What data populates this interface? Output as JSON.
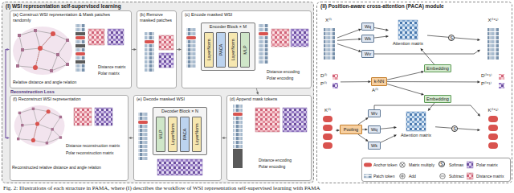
{
  "diagram": {
    "caption": "Fig. 2: Illustrations of each structure in PAMA, where (I) describes the workflow of WSI representation self-supervised learning with PAMA",
    "nodes": [
      {
        "text": [
          "(I) WSI representation self-supervised learning"
        ]
      },
      {
        "text": [
          "(a) Construct WSI representation & Mask patches randomly"
        ],
        "in": 0
      },
      {
        "text": [
          "(b) Remove masked patches"
        ],
        "in": 0
      },
      {
        "text": [
          "(c) Encode masked WSI"
        ],
        "in": 0
      },
      {
        "text": [
          "Encoder Block × M"
        ],
        "in": 3
      },
      {
        "text": [
          "LayerNorm"
        ],
        "in": 4
      },
      {
        "text": [
          "PACA"
        ],
        "in": 4
      },
      {
        "text": [
          "LayerNorm"
        ],
        "in": 4
      },
      {
        "text": [
          "MLP"
        ],
        "in": 4
      },
      {
        "text": [
          "(d) Append mask tokens"
        ],
        "in": 0
      },
      {
        "text": [
          "(e) Decode masked WSI"
        ],
        "in": 0
      },
      {
        "text": [
          "Decoder Block × N"
        ],
        "in": 10
      },
      {
        "text": [
          "MLP"
        ],
        "in": 11
      },
      {
        "text": [
          "LayerNorm"
        ],
        "in": 11
      },
      {
        "text": [
          "PACA"
        ],
        "in": 11
      },
      {
        "text": [
          "LayerNorm"
        ],
        "in": 11
      },
      {
        "text": [
          "(f) Reconstruct WSI representation"
        ],
        "in": 0
      },
      {
        "text": [
          "(II) Position-aware cross-attention (PACA) module"
        ]
      },
      {
        "text": [
          "X⁽ˡ⁾"
        ],
        "in": 17
      },
      {
        "text": [
          "Wq"
        ],
        "in": 17
      },
      {
        "text": [
          "Wk"
        ],
        "in": 17
      },
      {
        "text": [
          "Wv"
        ],
        "in": 17
      },
      {
        "text": [
          "Attention matrix"
        ],
        "in": 17
      },
      {
        "text": [
          "D⁽ˡ⁾",
          "P⁽ˡ⁾"
        ],
        "in": 17
      },
      {
        "text": [
          "k-NN"
        ],
        "in": 17
      },
      {
        "text": [
          "Embedding"
        ],
        "in": 17
      },
      {
        "text": [
          "Embedding"
        ],
        "in": 17
      },
      {
        "text": [
          "K⁽ˡ⁾"
        ],
        "in": 17
      },
      {
        "text": [
          "Pooling"
        ],
        "in": 17
      },
      {
        "text": [
          "Wv"
        ],
        "in": 17
      },
      {
        "text": [
          "Wq"
        ],
        "in": 17
      },
      {
        "text": [
          "Wk"
        ],
        "in": 17
      },
      {
        "text": [
          "Attention matrix"
        ],
        "in": 17
      },
      {
        "text": [
          "X⁽ˡ⁺¹⁾"
        ],
        "in": 17
      },
      {
        "text": [
          "D⁽ˡ⁺¹⁾",
          "P⁽ˡ⁺¹⁾"
        ],
        "in": 17
      },
      {
        "text": [
          "K⁽ˡ⁺¹⁾"
        ],
        "in": 17
      }
    ],
    "edges": [
      {
        "from": 1,
        "to": 2,
        "arrow": "to"
      },
      {
        "from": 2,
        "to": 3,
        "arrow": "to"
      },
      {
        "from": 3,
        "to": 9,
        "arrow": "to"
      },
      {
        "from": 9,
        "to": 10,
        "arrow": "to"
      },
      {
        "from": 10,
        "to": 16,
        "arrow": "to"
      },
      {
        "from": 16,
        "to": 1,
        "label": "Reconstruction Loss",
        "arrow": "both"
      },
      {
        "from": 18,
        "to": 19,
        "arrow": "to"
      },
      {
        "from": 18,
        "to": 20,
        "arrow": "to"
      },
      {
        "from": 18,
        "to": 21,
        "arrow": "to"
      },
      {
        "from": 19,
        "to": 22,
        "arrow": "to"
      },
      {
        "from": 20,
        "to": 22,
        "arrow": "to"
      },
      {
        "from": 21,
        "to": 33,
        "arrow": "to"
      },
      {
        "from": 22,
        "to": 33,
        "arrow": "to"
      },
      {
        "from": 23,
        "to": 24,
        "arrow": "to"
      },
      {
        "from": 24,
        "to": 25,
        "arrow": "to"
      },
      {
        "from": 24,
        "to": 26,
        "arrow": "to"
      },
      {
        "from": 24,
        "to": 34,
        "arrow": "to"
      },
      {
        "from": 25,
        "to": 22,
        "arrow": "to"
      },
      {
        "from": 26,
        "to": 32,
        "arrow": "to"
      },
      {
        "from": 27,
        "to": 28,
        "arrow": "to"
      },
      {
        "from": 28,
        "to": 29,
        "arrow": "to"
      },
      {
        "from": 28,
        "to": 30,
        "arrow": "to"
      },
      {
        "from": 28,
        "to": 31,
        "arrow": "to"
      },
      {
        "from": 30,
        "to": 32,
        "arrow": "to"
      },
      {
        "from": 31,
        "to": 32,
        "arrow": "to"
      },
      {
        "from": 29,
        "to": 35,
        "arrow": "to"
      },
      {
        "from": 32,
        "to": 35,
        "arrow": "to"
      }
    ],
    "labels": [
      "Relative distance and angle relation",
      "Distance matrix",
      "Polar matrix",
      "Distance encoding",
      "Polar encoding",
      "Distance encoding",
      "Polar encoding",
      "Distance reconstruction matrix",
      "Polar reconstruction matrix",
      "Reconstructed relative distance and angle relation",
      "A⁽ˡ⁾",
      "S",
      "S",
      "S"
    ],
    "legend": [
      {
        "text": "Anchor token"
      },
      {
        "text": "Matrix multiply"
      },
      {
        "text": "Softmax"
      },
      {
        "text": "Polar matrix"
      },
      {
        "text": "Patch token"
      },
      {
        "text": "Add"
      },
      {
        "text": "Subtract"
      },
      {
        "text": "Distance matrix"
      }
    ]
  }
}
